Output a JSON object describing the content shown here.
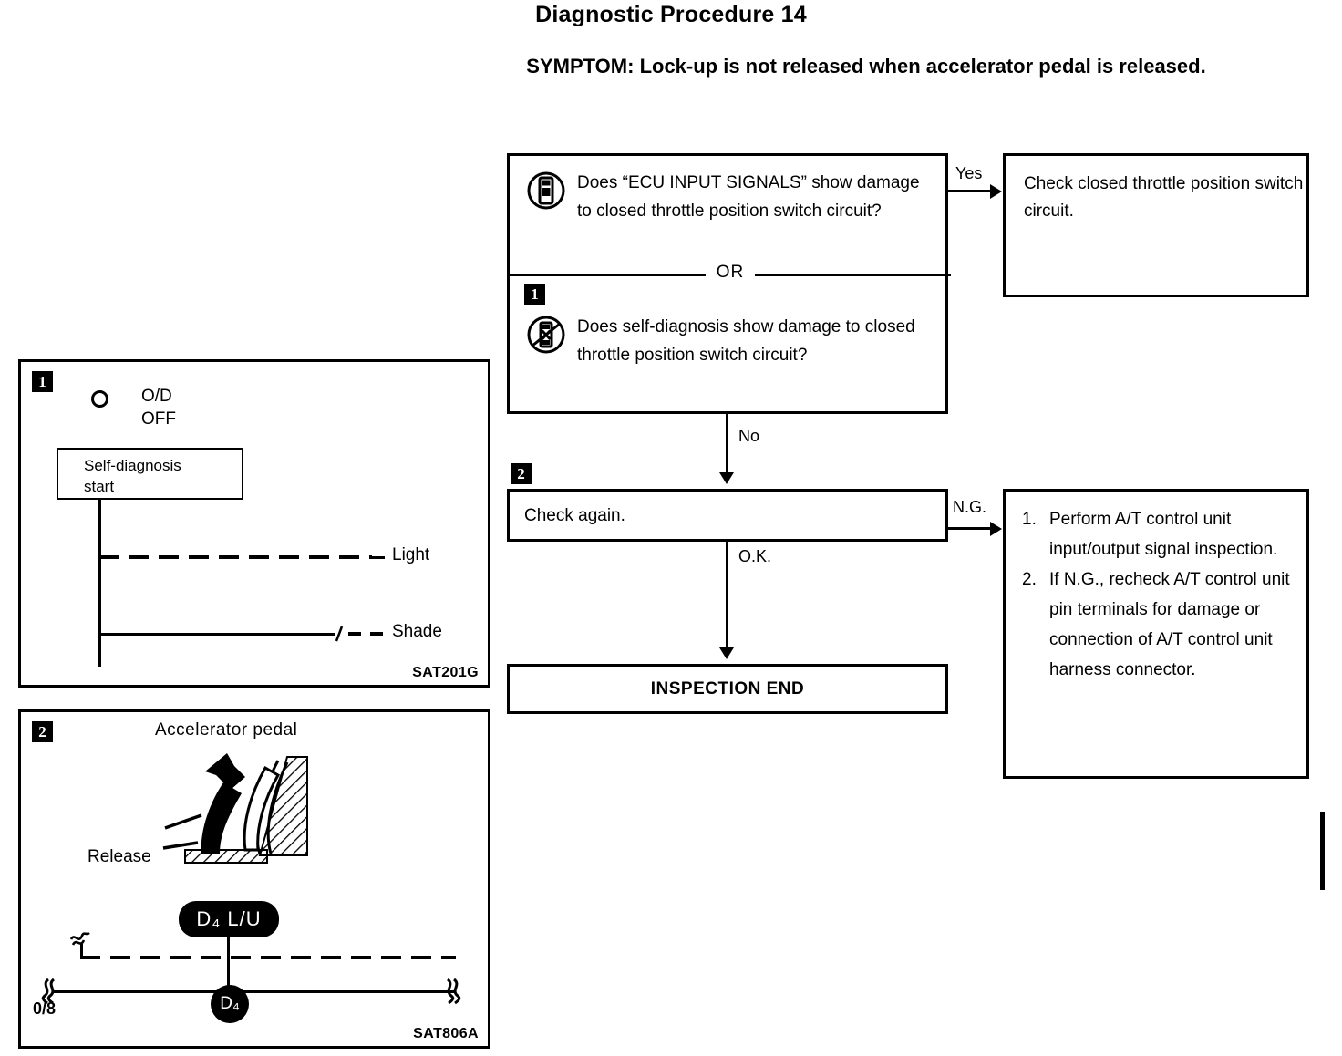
{
  "document": {
    "title": "Diagnostic Procedure 14",
    "symptom": "SYMPTOM: Lock-up is not released when accelerator pedal is released."
  },
  "flow": {
    "decision": {
      "step_badge": "1",
      "question_consult": "Does “ECU INPUT SIGNALS” show damage to closed throttle position switch circuit?",
      "divider_label": "OR",
      "question_self_diagnosis": "Does self-diagnosis show damage to closed throttle position switch circuit?",
      "consult_icon": "consult-tool-icon",
      "no-consult_icon": "no-consult-tool-icon"
    },
    "edges": {
      "yes": "Yes",
      "no": "No",
      "ok": "O.K.",
      "ng": "N.G."
    },
    "check_throttle": "Check closed throttle position switch circuit.",
    "check_again": {
      "step_badge": "2",
      "text": "Check again."
    },
    "inspection_end": "INSPECTION END",
    "at_control": {
      "items": [
        {
          "num": "1.",
          "text": "Perform A/T control unit input/output signal inspection."
        },
        {
          "num": "2.",
          "text": "If N.G., recheck A/T control unit pin terminals for damage or connection of A/T control unit harness connector."
        }
      ]
    }
  },
  "panels": [
    {
      "badge": "1",
      "od_label_line1": "O/D",
      "od_label_line2": "OFF",
      "selfdiag_line1": "Self-diagnosis",
      "selfdiag_line2": "start",
      "light_label": "Light",
      "shade_label": "Shade",
      "caption": "SAT201G"
    },
    {
      "badge": "2",
      "accelerator_label": "Accelerator pedal",
      "release_label": "Release",
      "lockup_badge": "D₄ L/U",
      "gear_badge": "D₄",
      "os_label": "0/8",
      "caption": "SAT806A"
    }
  ],
  "colors": {
    "ink": "#000000",
    "paper": "#ffffff"
  }
}
